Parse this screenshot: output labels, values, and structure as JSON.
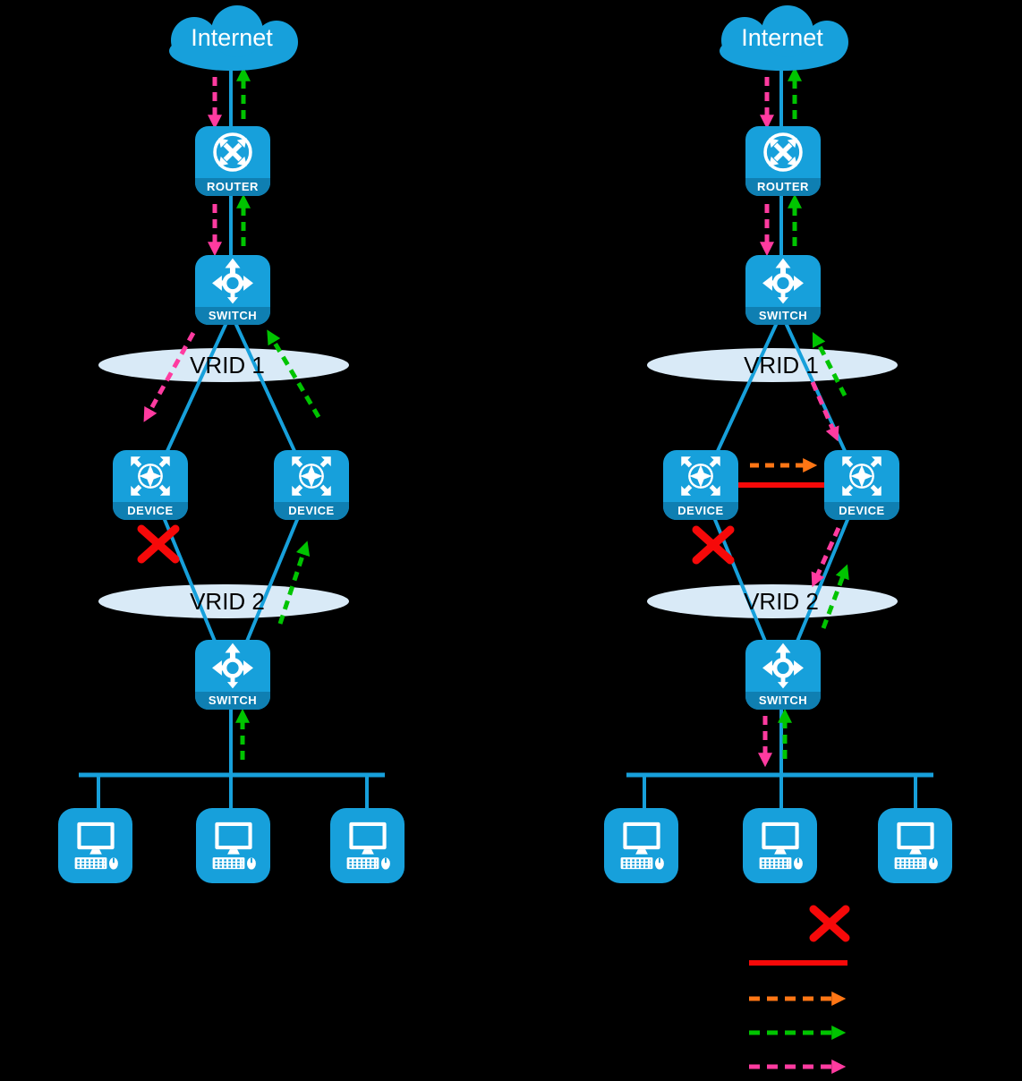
{
  "colors": {
    "background": "#000000",
    "node_fill": "#17A0DB",
    "node_label_band": "#0F7FB2",
    "link": "#17A0DB",
    "vrid_ellipse_fill": "#D9EAF7",
    "vrid_text": "#000000",
    "node_label_text": "#FFFFFF",
    "cloud_text": "#FFFFFF",
    "pink_arrow": "#FF3BA0",
    "green_arrow": "#00C400",
    "orange_arrow": "#FF7615",
    "red_marks": "#F60909"
  },
  "diagrams": [
    {
      "name": "left-topology",
      "cloud_label": "Internet",
      "router_label": "ROUTER",
      "core_switch_label": "SWITCH",
      "vrid1_label": "VRID 1",
      "left_device_label": "DEVICE",
      "right_device_label": "DEVICE",
      "vrid2_label": "VRID 2",
      "access_switch_label": "SWITCH"
    },
    {
      "name": "right-topology",
      "cloud_label": "Internet",
      "router_label": "ROUTER",
      "core_switch_label": "SWITCH",
      "vrid1_label": "VRID 1",
      "left_device_label": "DEVICE",
      "right_device_label": "DEVICE",
      "vrid2_label": "VRID 2",
      "access_switch_label": "SWITCH"
    }
  ],
  "legend": {
    "items": [
      {
        "icon": "red-x-icon"
      },
      {
        "icon": "red-solid-line"
      },
      {
        "icon": "orange-dashed-arrow-icon"
      },
      {
        "icon": "green-dashed-arrow-icon"
      },
      {
        "icon": "pink-dashed-arrow-icon"
      }
    ]
  }
}
